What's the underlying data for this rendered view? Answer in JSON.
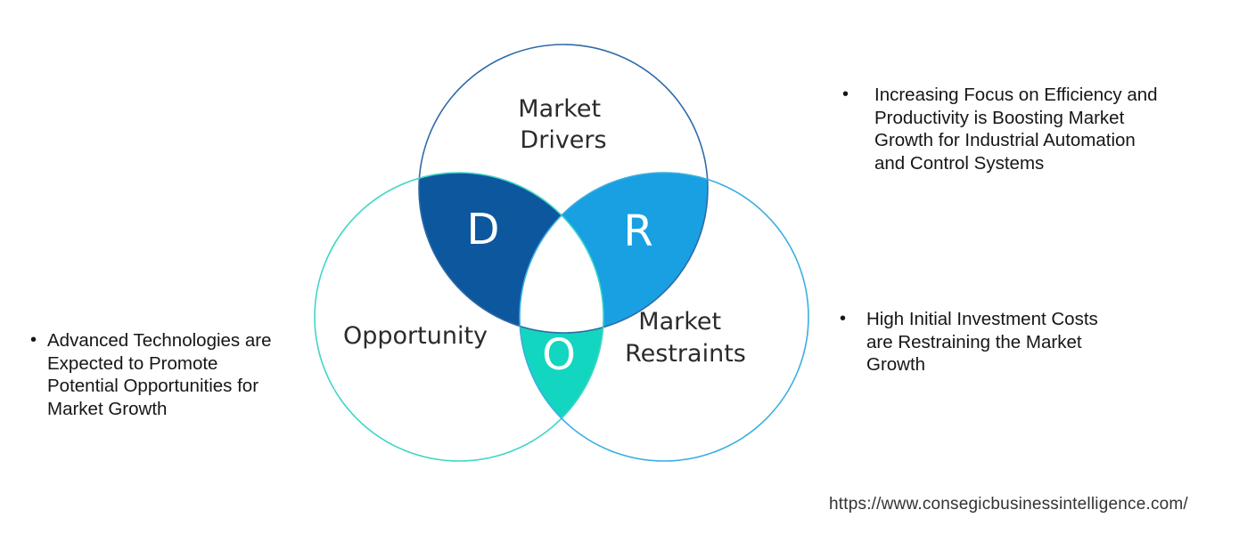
{
  "circles": {
    "drivers": {
      "line1": "Market",
      "line2": "Drivers",
      "stroke": "#2e6aa6"
    },
    "opportunity": {
      "label": "Opportunity",
      "stroke": "#3fd6c6"
    },
    "restraints": {
      "line1": "Market",
      "line2": "Restraints",
      "stroke": "#3aaee0"
    }
  },
  "overlaps": {
    "d": {
      "letter": "D",
      "color": "#0d579f"
    },
    "r": {
      "letter": "R",
      "color": "#18a0e3"
    },
    "o": {
      "letter": "O",
      "color": "#13d6c0"
    }
  },
  "bullets": {
    "drivers": "Increasing Focus on Efficiency and\nProductivity is Boosting Market\nGrowth for Industrial Automation\nand Control Systems",
    "restraints": "High Initial Investment Costs\nare Restraining the Market\nGrowth",
    "opportunity": "Advanced Technologies are\nExpected to Promote\nPotential Opportunities for\nMarket Growth",
    "bullet_symbol": "•"
  },
  "source_url": "https://www.consegicbusinessintelligence.com/"
}
